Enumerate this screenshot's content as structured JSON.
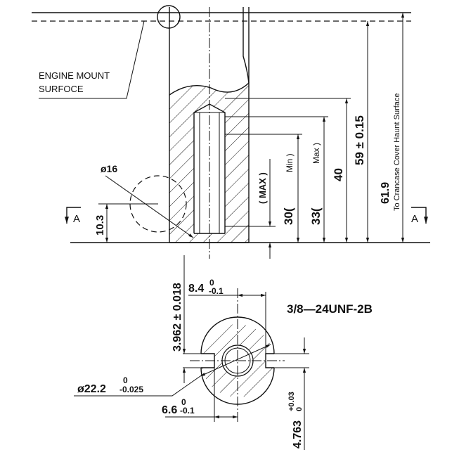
{
  "drawing": {
    "engine_mount_label_line1": "ENGINE MOUNT",
    "engine_mount_label_line2": "SURFOCE",
    "dia16": "ø16",
    "dim_10_3": "10.3",
    "section_left": "A",
    "section_right": "A",
    "max_note": "( MAX )",
    "dim_30": "30(",
    "dim_30_min": "Min )",
    "dim_33": "33(",
    "dim_33_max": "Max )",
    "dim_40": "40",
    "dim_59": "59 ± 0.15",
    "dim_61_9": "61.9",
    "crankcase_note": "To Crancase Cover Haunt Surface",
    "dim_3962": "3.962 ± 0.018",
    "dim_8_4": "8.4",
    "dim_8_4_upper": "0",
    "dim_8_4_lower": "-0.1",
    "thread_spec": "3/8—24UNF-2B",
    "dim_22_2": "ø22.2",
    "dim_22_2_upper": "0",
    "dim_22_2_lower": "-0.025",
    "dim_6_6": "6.6",
    "dim_6_6_upper": "0",
    "dim_6_6_lower": "-0.1",
    "dim_4763": "4.763",
    "dim_4763_upper": "+0.03",
    "dim_4763_lower": "0"
  }
}
